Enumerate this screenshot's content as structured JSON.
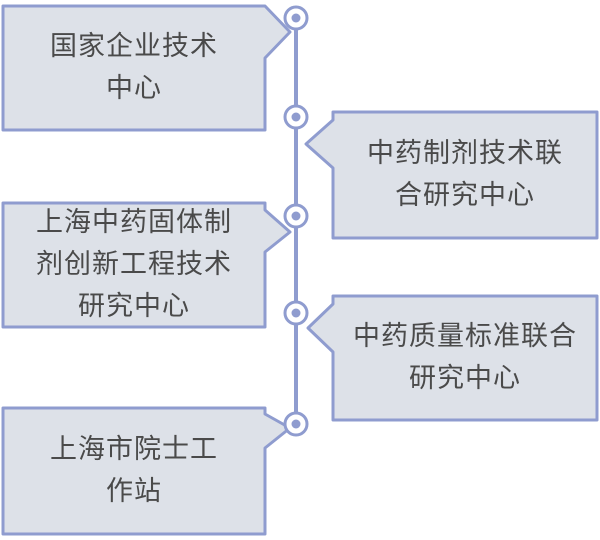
{
  "timeline": {
    "colors": {
      "box_fill": "#dde1e8",
      "box_stroke": "#8f9ccf",
      "line": "#8f9ccf",
      "dot_fill": "#ffffff",
      "text": "#4a4a4a"
    },
    "items": [
      {
        "side": "left",
        "label": "国家企业技术\n中心"
      },
      {
        "side": "right",
        "label": "中药制剂技术联\n合研究中心"
      },
      {
        "side": "left",
        "label": "上海中药固体制\n剂创新工程技术\n研究中心"
      },
      {
        "side": "right",
        "label": "中药质量标准联合\n研究中心"
      },
      {
        "side": "left",
        "label": "上海市院士工\n作站"
      }
    ]
  }
}
